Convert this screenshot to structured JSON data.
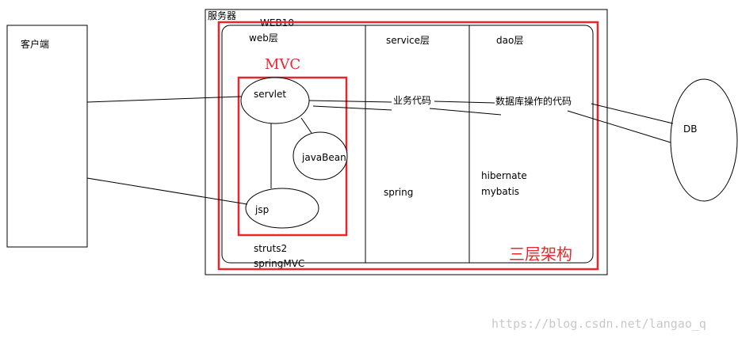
{
  "labels": {
    "client": "客户端",
    "server": "服务器",
    "webapp": "WEB10",
    "web_layer": "web层",
    "service_layer": "service层",
    "dao_layer": "dao层",
    "mvc": "MVC",
    "servlet": "servlet",
    "javabean": "javaBean",
    "jsp": "jsp",
    "struts2": "struts2",
    "springmvc": "springMVC",
    "business_code": "业务代码",
    "spring": "spring",
    "db_code": "数据库操作的代码",
    "hibernate": "hibernate",
    "mybatis": "mybatis",
    "db": "DB",
    "three_tier": "三层架构",
    "watermark": "https://blog.csdn.net/langao_q"
  },
  "colors": {
    "highlight": "#e8262b",
    "stroke": "#000000",
    "watermark": "#c8c8c8"
  }
}
